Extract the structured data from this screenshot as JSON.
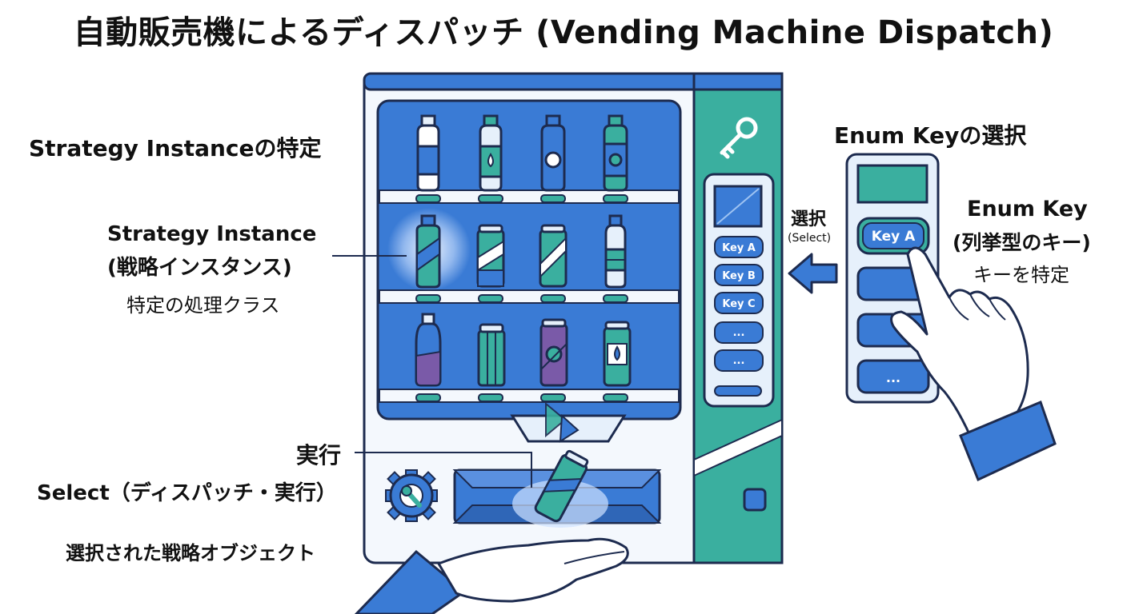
{
  "title": "自動販売機によるディスパッチ (Vending Machine Dispatch)",
  "left": {
    "heading": "Strategy Instanceの特定",
    "instance_label_line1": "Strategy Instance",
    "instance_label_line2": "(戦略インスタンス)",
    "instance_desc": "特定の処理クラス",
    "execute_label": "実行",
    "select_label": "Select（ディスパッチ・実行）",
    "result_desc": "選択された戦略オブジェクト"
  },
  "middle": {
    "select_label": "選択",
    "select_en": "(Select)",
    "panel_keys": [
      "Key A",
      "Key B",
      "Key C",
      "...",
      "..."
    ]
  },
  "right": {
    "heading": "Enum Keyの選択",
    "enum_label_line1": "Enum Key",
    "enum_label_line2": "(列挙型のキー)",
    "enum_desc": "キーを特定",
    "remote_key_a": "Key A",
    "remote_more": "..."
  },
  "colors": {
    "blue": "#3a7bd5",
    "dark_blue": "#1f3f7a",
    "teal": "#3aaf9f",
    "light_blue": "#e6f0fb",
    "outline": "#1d2b4f"
  },
  "icons": [
    "key-icon",
    "gear-icon",
    "wrench-icon",
    "arrow-left-icon",
    "pointing-hand-icon",
    "receiving-hand-icon"
  ]
}
